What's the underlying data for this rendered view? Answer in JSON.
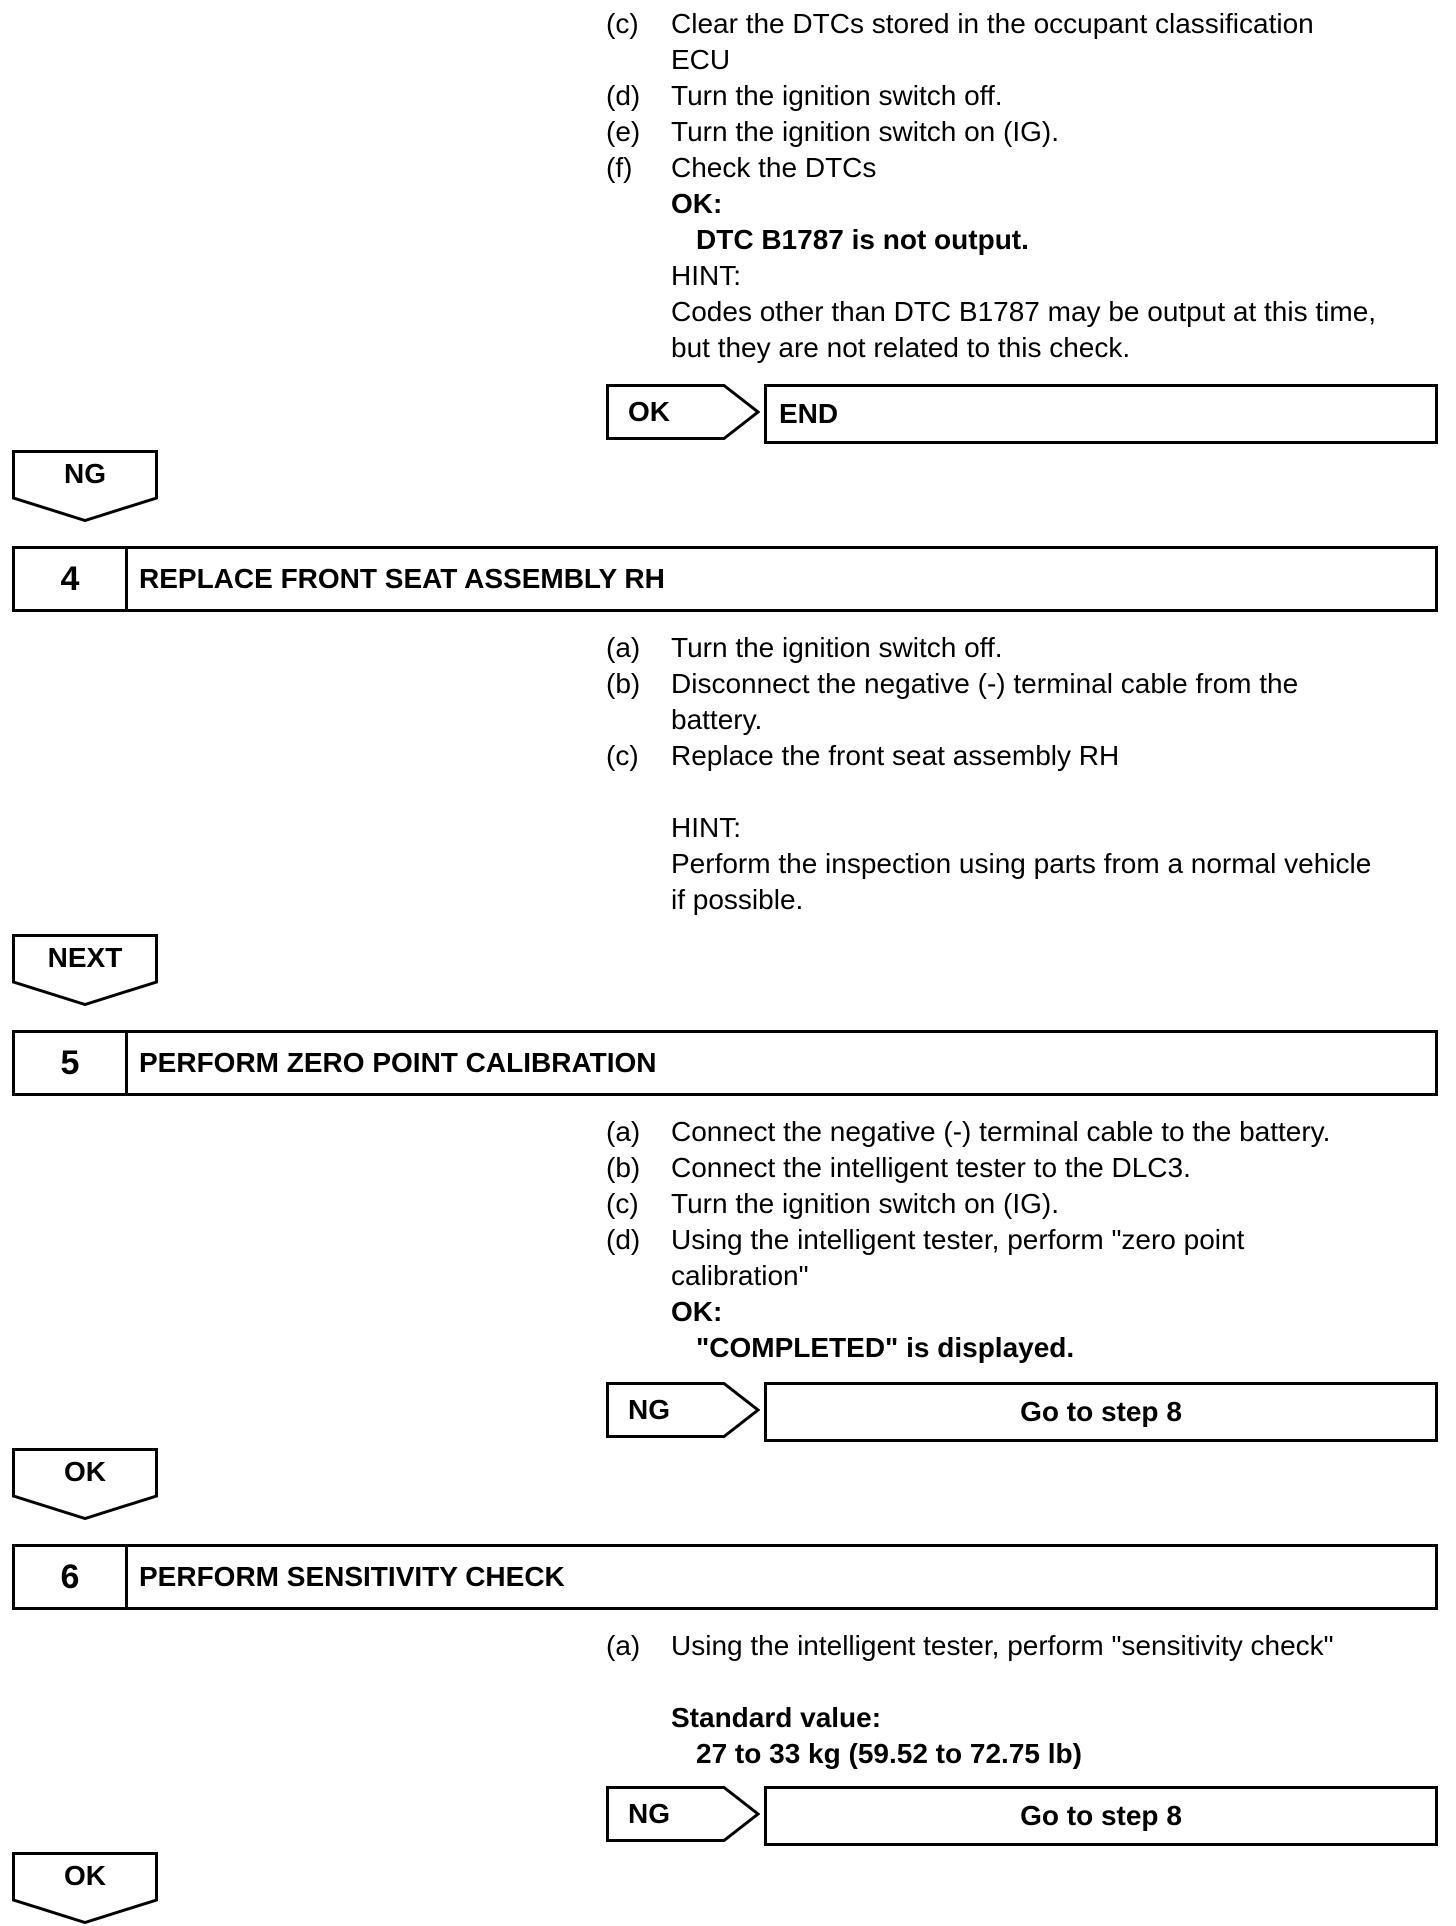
{
  "block3": {
    "items": [
      {
        "label": "(c)",
        "text": "Clear the DTCs stored in the occupant classification"
      },
      {
        "label": "",
        "text": "ECU"
      },
      {
        "label": "(d)",
        "text": "Turn the ignition switch off."
      },
      {
        "label": "(e)",
        "text": "Turn the ignition switch on (IG)."
      },
      {
        "label": "(f)",
        "text": "Check the DTCs"
      }
    ],
    "ok_label": "OK:",
    "ok_value": "DTC B1787 is not output.",
    "hint_label": "HINT:",
    "hint_lines": [
      "Codes other than DTC B1787 may be output at this time,",
      "but they are not related to this check."
    ],
    "result_tag": "OK",
    "result_text": "END",
    "flow_label": "NG"
  },
  "step4": {
    "number": "4",
    "title": "REPLACE FRONT SEAT ASSEMBLY RH",
    "items": [
      {
        "label": "(a)",
        "text": "Turn the ignition switch off."
      },
      {
        "label": "(b)",
        "text": "Disconnect the negative (-) terminal cable from the"
      },
      {
        "label": "",
        "text": "battery."
      },
      {
        "label": "(c)",
        "text": "Replace the front seat assembly RH"
      }
    ],
    "hint_label": "HINT:",
    "hint_lines": [
      "Perform the inspection using parts from a normal vehicle",
      "if possible."
    ],
    "flow_label": "NEXT"
  },
  "step5": {
    "number": "5",
    "title": "PERFORM ZERO POINT CALIBRATION",
    "items": [
      {
        "label": "(a)",
        "text": "Connect the negative (-) terminal cable to the battery."
      },
      {
        "label": "(b)",
        "text": "Connect the intelligent tester to the DLC3."
      },
      {
        "label": "(c)",
        "text": "Turn the ignition switch on (IG)."
      },
      {
        "label": "(d)",
        "text": "Using the intelligent tester, perform \"zero point"
      },
      {
        "label": "",
        "text": "calibration\""
      }
    ],
    "ok_label": "OK:",
    "ok_value": "\"COMPLETED\" is displayed.",
    "result_tag": "NG",
    "result_text": "Go to step 8",
    "flow_label": "OK"
  },
  "step6": {
    "number": "6",
    "title": "PERFORM SENSITIVITY CHECK",
    "items": [
      {
        "label": "(a)",
        "text": "Using the intelligent tester, perform \"sensitivity check\""
      }
    ],
    "std_label": "Standard value:",
    "std_value": "27 to 33 kg (59.52 to 72.75 lb)",
    "result_tag": "NG",
    "result_text": "Go to step 8",
    "flow_label": "OK"
  }
}
